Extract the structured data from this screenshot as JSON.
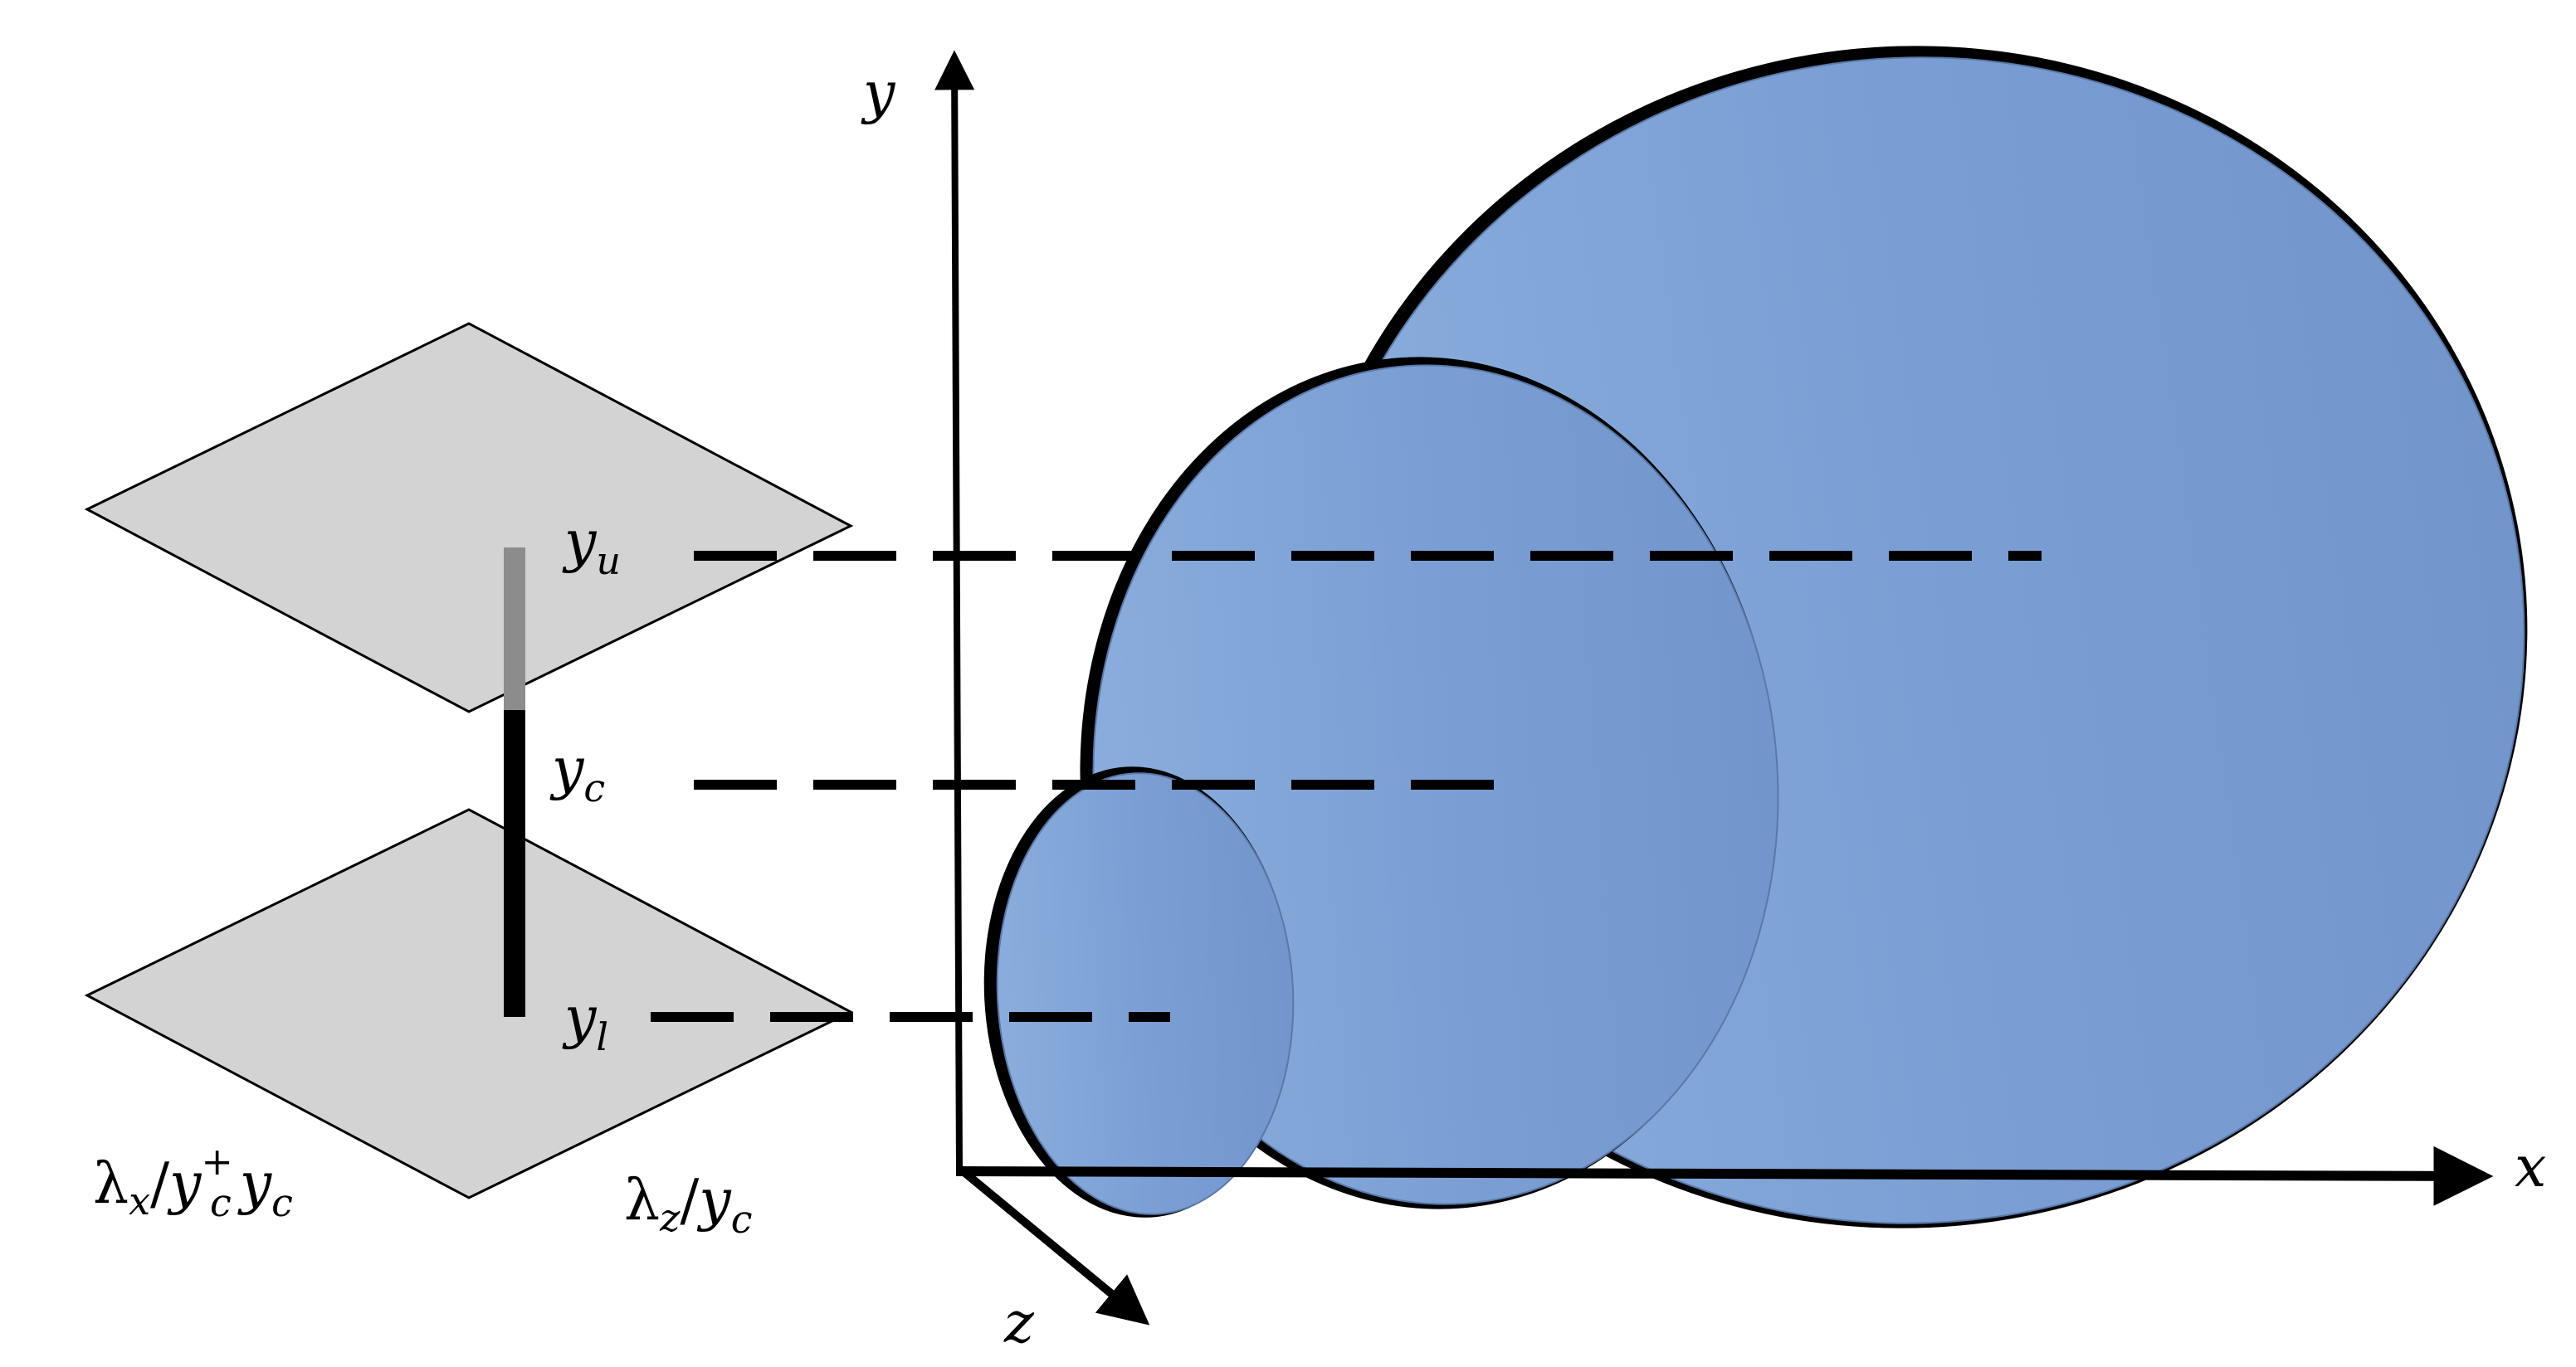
{
  "labels": {
    "y_axis": "y",
    "x_axis": "x",
    "z_axis": "z",
    "y_upper": {
      "base": "y",
      "sub": "u"
    },
    "y_center": {
      "base": "y",
      "sub": "c"
    },
    "y_lower": {
      "base": "y",
      "sub": "l"
    },
    "lambda_x": {
      "lam": "λ",
      "lam_sub": "x",
      "slash": "/",
      "y": "y",
      "y_sub": "c",
      "y_sup": "+",
      "tail": "y",
      "tail_sub": "c"
    },
    "lambda_z": {
      "lam": "λ",
      "lam_sub": "z",
      "slash": "/",
      "y": "y",
      "y_sub": "c"
    }
  },
  "colors": {
    "plane_fill": "#d3d3d3",
    "ellipse_fill": "#7b9fd4",
    "ellipse_edge": "#000000",
    "stroke": "#000000"
  }
}
